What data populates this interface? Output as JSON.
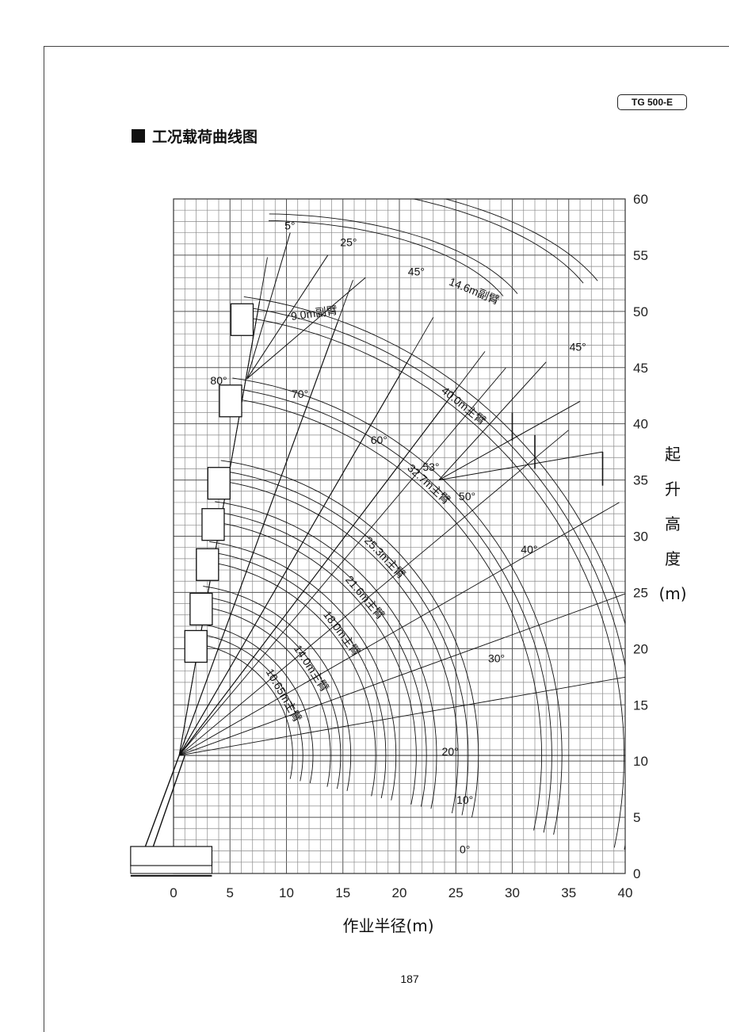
{
  "header": {
    "model_tag": "TG 500-E",
    "section_title": "工况载荷曲线图"
  },
  "page_number": "187",
  "chart_data": {
    "type": "line",
    "title": "工况载荷曲线图",
    "xlabel": "作业半径(m)",
    "ylabel": "起升高度(m)",
    "xlim": [
      0,
      40
    ],
    "ylim": [
      0,
      60
    ],
    "x_ticks": [
      "0",
      "5",
      "10",
      "15",
      "20",
      "25",
      "30",
      "35",
      "40"
    ],
    "y_ticks": [
      "0",
      "5",
      "10",
      "15",
      "20",
      "25",
      "30",
      "35",
      "40",
      "45",
      "50",
      "55",
      "60"
    ],
    "grid": true,
    "boom_pivot": [
      0.5,
      10.5
    ],
    "main_boom_lengths": [
      {
        "label": "10.65m主臂",
        "length": 10.65,
        "label_radius": 9.8
      },
      {
        "label": "14.0m主臂",
        "length": 14.0,
        "label_radius": 12.2
      },
      {
        "label": "18.0m主臂",
        "length": 18.0,
        "label_radius": 16.8
      },
      {
        "label": "21.6m主臂",
        "length": 21.6,
        "label_radius": 19.4
      },
      {
        "label": "25.3m主臂",
        "length": 25.3,
        "label_radius": 20.0
      },
      {
        "label": "32.7m主臂",
        "length": 32.7,
        "label_radius": 24.5
      },
      {
        "label": "40.0m主臂",
        "length": 40.0,
        "label_radius": 28.5
      }
    ],
    "boom_angle_labels": [
      {
        "label": "0°",
        "angle": 0,
        "x": 25.8,
        "y": 1.8
      },
      {
        "label": "10°",
        "angle": 10,
        "x": 25.8,
        "y": 6.2
      },
      {
        "label": "20°",
        "angle": 20,
        "x": 24.5,
        "y": 10.5
      },
      {
        "label": "30°",
        "angle": 30,
        "x": 28.6,
        "y": 18.8
      },
      {
        "label": "40°",
        "angle": 40,
        "x": 31.5,
        "y": 28.5
      },
      {
        "label": "50°",
        "angle": 50,
        "x": 26.0,
        "y": 33.2
      },
      {
        "label": "53°",
        "angle": 53,
        "x": 22.8,
        "y": 35.8
      },
      {
        "label": "60°",
        "angle": 60,
        "x": 18.2,
        "y": 38.2
      },
      {
        "label": "70°",
        "angle": 70,
        "x": 11.2,
        "y": 42.3
      },
      {
        "label": "80°",
        "angle": 80,
        "x": 4.0,
        "y": 43.5
      }
    ],
    "jib_labels": [
      {
        "label": "9.0m副臂",
        "x": 12.5,
        "y": 49.5
      },
      {
        "label": "14.6m副臂",
        "x": 26.5,
        "y": 51.5
      }
    ],
    "jib_angle_labels": [
      {
        "label": "5°",
        "x": 10.3,
        "y": 57.3
      },
      {
        "label": "25°",
        "x": 15.5,
        "y": 55.8
      },
      {
        "label": "45°",
        "x": 21.5,
        "y": 53.2
      },
      {
        "label": "45°",
        "x": 35.8,
        "y": 46.5
      }
    ]
  }
}
